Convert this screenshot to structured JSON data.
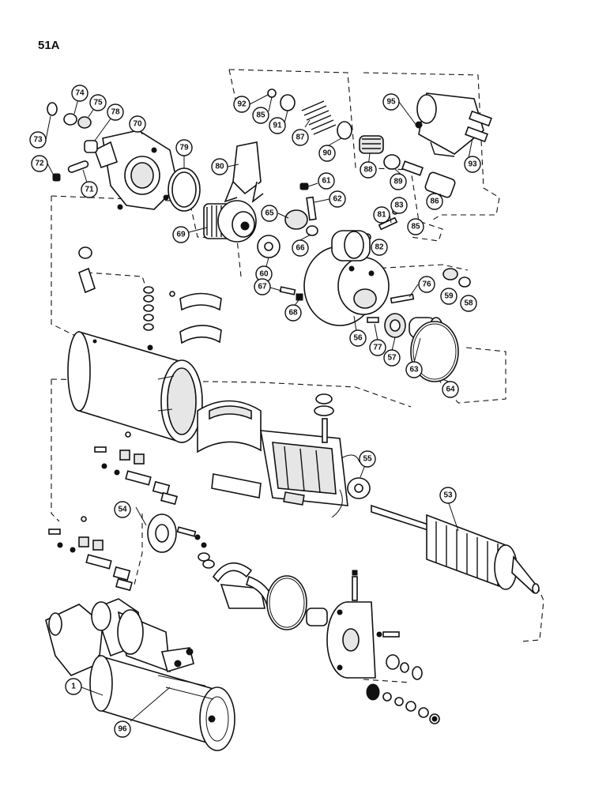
{
  "page_label": "51A",
  "callouts": [
    "74",
    "75",
    "78",
    "70",
    "73",
    "79",
    "72",
    "71",
    "80",
    "92",
    "85",
    "91",
    "87",
    "90",
    "88",
    "89",
    "86",
    "95",
    "93",
    "61",
    "62",
    "65",
    "83",
    "81",
    "85",
    "82",
    "69",
    "60",
    "66",
    "67",
    "68",
    "76",
    "59",
    "58",
    "56",
    "77",
    "57",
    "63",
    "64",
    "55",
    "53",
    "54",
    "1",
    "96"
  ]
}
